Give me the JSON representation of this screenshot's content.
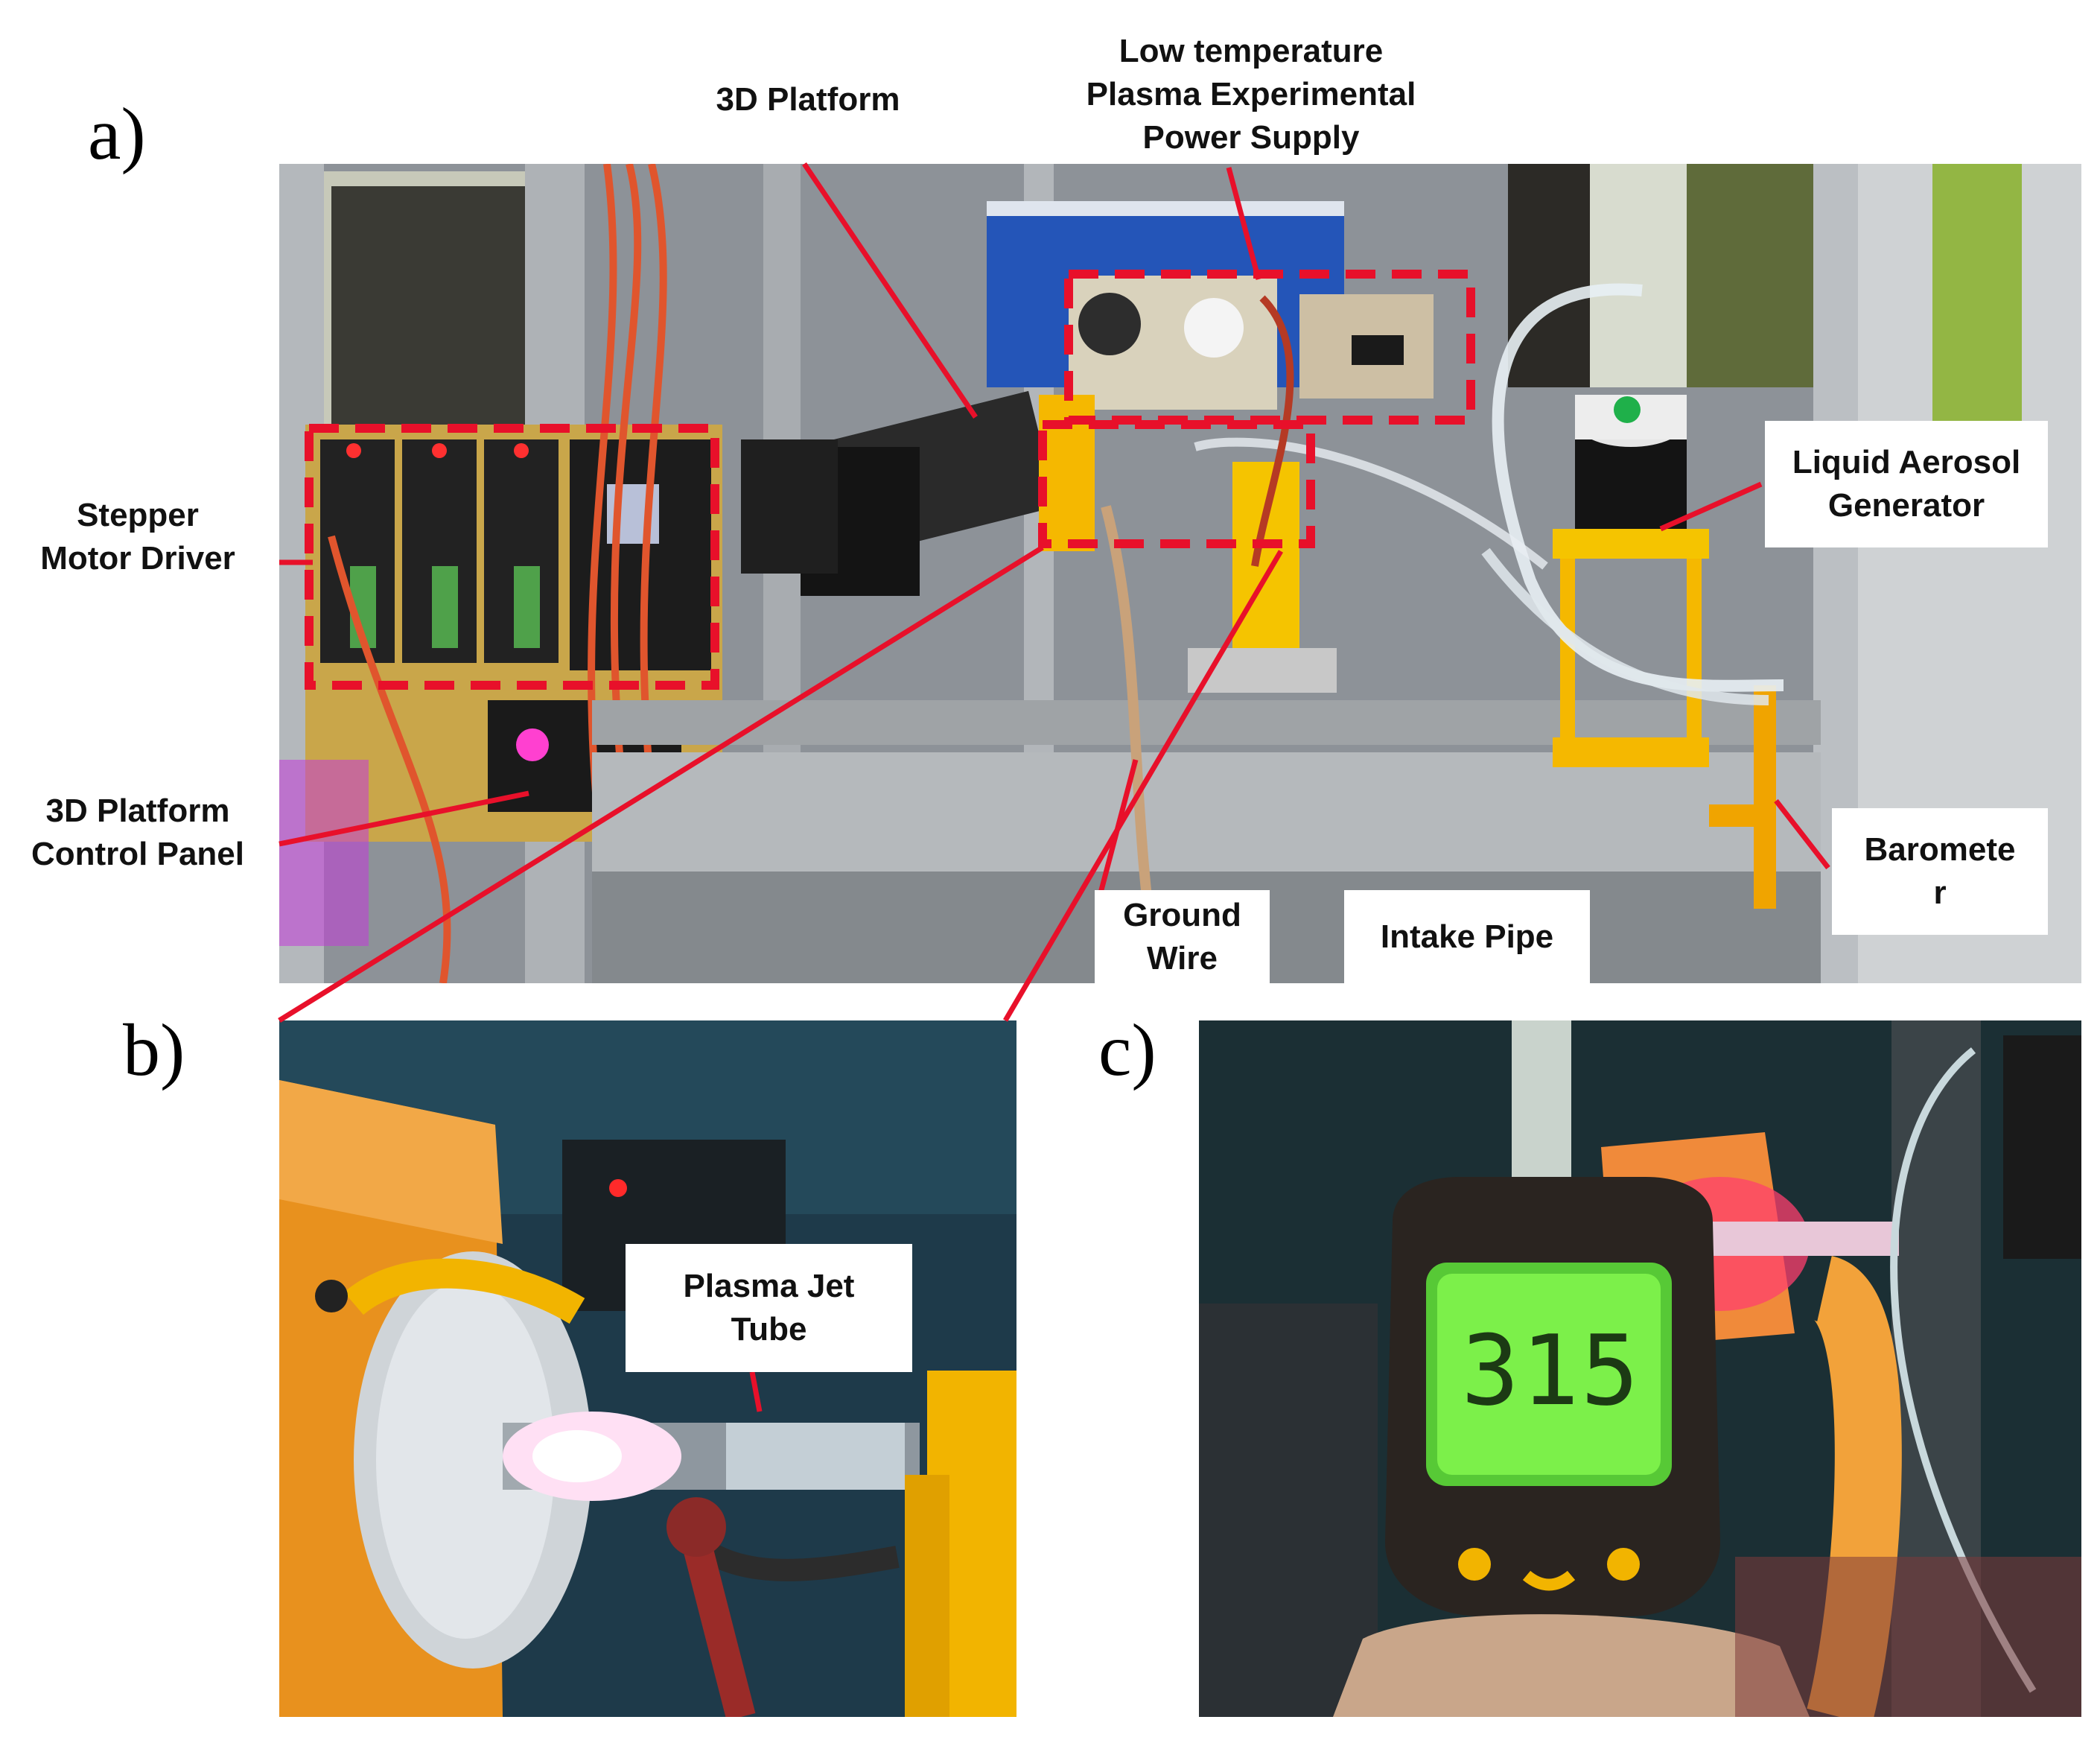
{
  "panels": {
    "a": "a)",
    "b": "b)",
    "c": "c)"
  },
  "callouts": {
    "platform_3d": "3D Platform",
    "power_supply": [
      "Low temperature",
      "Plasma Experimental",
      "Power Supply"
    ],
    "stepper_driver": [
      "Stepper",
      "Motor Driver"
    ],
    "control_panel": [
      "3D Platform",
      "Control Panel"
    ],
    "aerosol_generator": [
      "Liquid Aerosol",
      "Generator"
    ],
    "barometer": [
      "Baromete",
      "r"
    ],
    "ground_wire": [
      "Ground",
      "Wire"
    ],
    "intake_pipe": "Intake Pipe",
    "plasma_jet_tube": [
      "Plasma Jet",
      "Tube"
    ]
  },
  "thermometer_display": "315",
  "colors": {
    "leader_line": "#e8102a",
    "dashed_box": "#e8102a",
    "platform_yellow": "#f5c400",
    "frame_gray": "#b8bcc0",
    "lcd_green": "#7cf04a"
  }
}
